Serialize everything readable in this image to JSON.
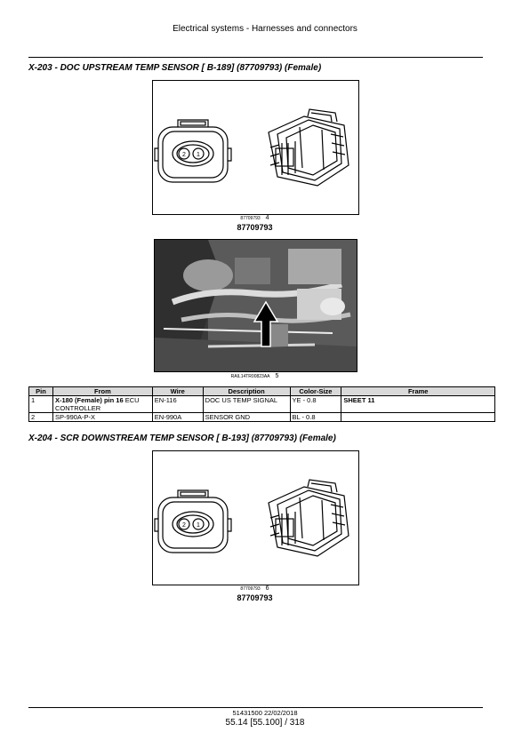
{
  "header": "Electrical systems - Harnesses and connectors",
  "section1": {
    "title": "X-203 - DOC UPSTREAM TEMP SENSOR [ B-189] (87709793) (Female)",
    "figure1": {
      "small_label": "87709793",
      "number": "4",
      "big_label": "87709793"
    },
    "connector_pins": [
      "2",
      "1"
    ],
    "figure2": {
      "small_label": "RAIL14TR00823AA",
      "number": "5"
    }
  },
  "table": {
    "headers": [
      "Pin",
      "From",
      "Wire",
      "Description",
      "Color-Size",
      "Frame"
    ],
    "rows": [
      {
        "pin": "1",
        "from_bold": "X-180 (Female) pin 16",
        "from_rest": " ECU CONTROLLER",
        "wire": "EN-116",
        "description": "DOC US TEMP SIGNAL",
        "color_size": "YE - 0.8",
        "frame": "SHEET 11"
      },
      {
        "pin": "2",
        "from_bold": "",
        "from_rest": "SP-990A-P-X",
        "wire": "EN-990A",
        "description": "SENSOR GND",
        "color_size": "BL - 0.8",
        "frame": ""
      }
    ]
  },
  "section2": {
    "title": "X-204 - SCR DOWNSTREAM TEMP SENSOR [ B-193] (87709793) (Female)",
    "figure1": {
      "small_label": "87709793",
      "number": "6",
      "big_label": "87709793"
    },
    "connector_pins": [
      "2",
      "1"
    ]
  },
  "footer": {
    "doc_date": "51431500 22/02/2018",
    "page": "55.14 [55.100] / 318"
  }
}
